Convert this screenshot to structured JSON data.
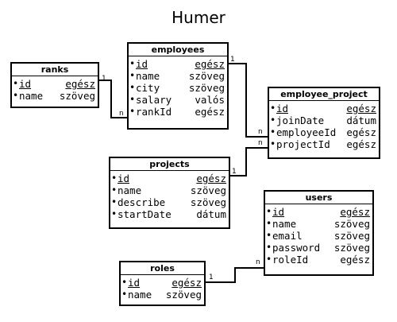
{
  "title": "Humer",
  "tables": {
    "ranks": {
      "name": "ranks",
      "fields": [
        {
          "dot": "•",
          "name": "id",
          "type": "egész"
        },
        {
          "dot": "•",
          "name": "name",
          "type": "szöveg"
        }
      ]
    },
    "employees": {
      "name": "employees",
      "fields": [
        {
          "dot": "•",
          "name": "id",
          "type": "egész"
        },
        {
          "dot": "•",
          "name": "name",
          "type": "szöveg"
        },
        {
          "dot": "•",
          "name": "city",
          "type": "szöveg"
        },
        {
          "dot": "•",
          "name": "salary",
          "type": "valós"
        },
        {
          "dot": "•",
          "name": "rankId",
          "type": "egész"
        }
      ]
    },
    "employee_project": {
      "name": "employee_project",
      "fields": [
        {
          "dot": "•",
          "name": "id",
          "type": "egész"
        },
        {
          "dot": "•",
          "name": "joinDate",
          "type": "dátum"
        },
        {
          "dot": "•",
          "name": "employeeId",
          "type": "egész"
        },
        {
          "dot": "•",
          "name": "projectId",
          "type": "egész"
        }
      ]
    },
    "projects": {
      "name": "projects",
      "fields": [
        {
          "dot": "•",
          "name": "id",
          "type": "egész"
        },
        {
          "dot": "•",
          "name": "name",
          "type": "szöveg"
        },
        {
          "dot": "•",
          "name": "describe",
          "type": "szöveg"
        },
        {
          "dot": "•",
          "name": "startDate",
          "type": "dátum"
        }
      ]
    },
    "users": {
      "name": "users",
      "fields": [
        {
          "dot": "•",
          "name": "id",
          "type": "egész"
        },
        {
          "dot": "•",
          "name": "name",
          "type": "szöveg"
        },
        {
          "dot": "•",
          "name": "email",
          "type": "szöveg"
        },
        {
          "dot": "•",
          "name": "password",
          "type": "szöveg"
        },
        {
          "dot": "•",
          "name": "roleId",
          "type": "egész"
        }
      ]
    },
    "roles": {
      "name": "roles",
      "fields": [
        {
          "dot": "•",
          "name": "id",
          "type": "egész"
        },
        {
          "dot": "•",
          "name": "name",
          "type": "szöveg"
        }
      ]
    }
  },
  "relations": [
    {
      "from": "ranks",
      "to": "employees",
      "one": "1",
      "many": "n"
    },
    {
      "from": "employees",
      "to": "employee_project",
      "one": "1",
      "many": "n"
    },
    {
      "from": "projects",
      "to": "employee_project",
      "one": "1",
      "many": "n"
    },
    {
      "from": "roles",
      "to": "users",
      "one": "1",
      "many": "n"
    }
  ]
}
